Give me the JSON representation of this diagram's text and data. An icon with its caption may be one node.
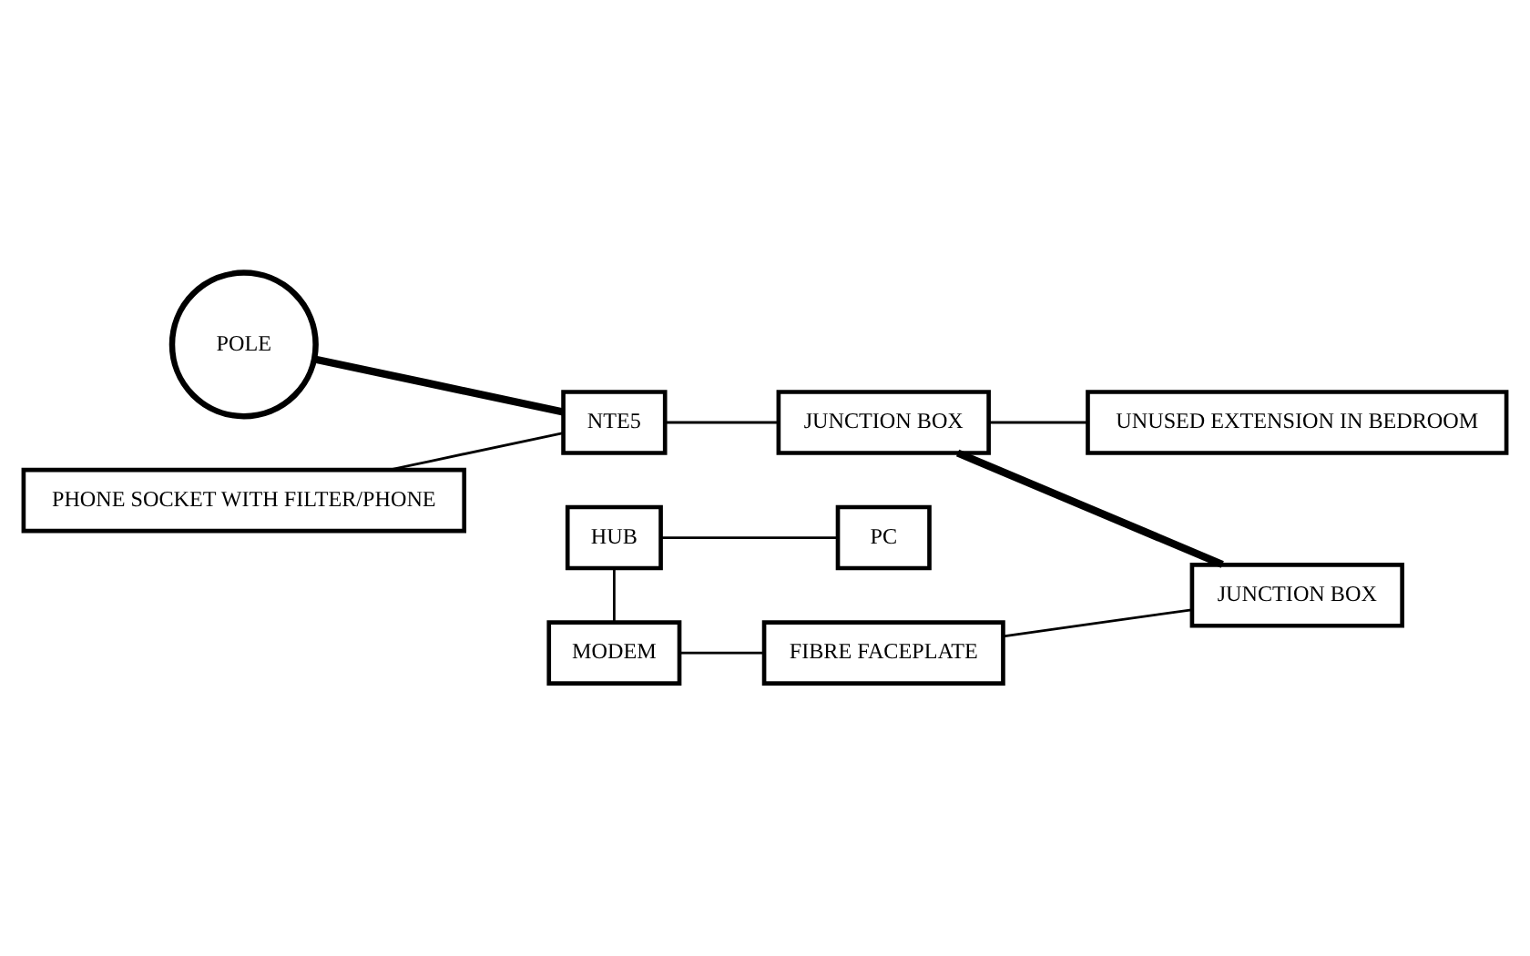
{
  "diagram": {
    "nodes": [
      {
        "text": [
          "POLE"
        ]
      },
      {
        "text": [
          "NTE5"
        ]
      },
      {
        "text": [
          "JUNCTION BOX"
        ]
      },
      {
        "text": [
          "UNUSED EXTENSION IN BEDROOM"
        ]
      },
      {
        "text": [
          "PHONE SOCKET WITH FILTER/PHONE"
        ]
      },
      {
        "text": [
          "PC"
        ]
      },
      {
        "text": [
          "HUB"
        ]
      },
      {
        "text": [
          "MODEM"
        ]
      },
      {
        "text": [
          "FIBRE FACEPLATE"
        ]
      },
      {
        "text": [
          "JUNCTION BOX"
        ]
      }
    ],
    "edges": [
      {
        "from": 0,
        "to": 1,
        "arrow": "none",
        "style": "thick"
      },
      {
        "from": 1,
        "to": 2,
        "arrow": "none"
      },
      {
        "from": 4,
        "to": 1,
        "arrow": "none"
      },
      {
        "from": 2,
        "to": 3,
        "arrow": "none"
      },
      {
        "from": 2,
        "to": 9,
        "arrow": "none",
        "style": "thick"
      },
      {
        "from": 8,
        "to": 9,
        "arrow": "none"
      },
      {
        "from": 7,
        "to": 8,
        "arrow": "none"
      },
      {
        "from": 6,
        "to": 7,
        "arrow": "none"
      },
      {
        "from": 6,
        "to": 5,
        "arrow": "none"
      }
    ]
  }
}
